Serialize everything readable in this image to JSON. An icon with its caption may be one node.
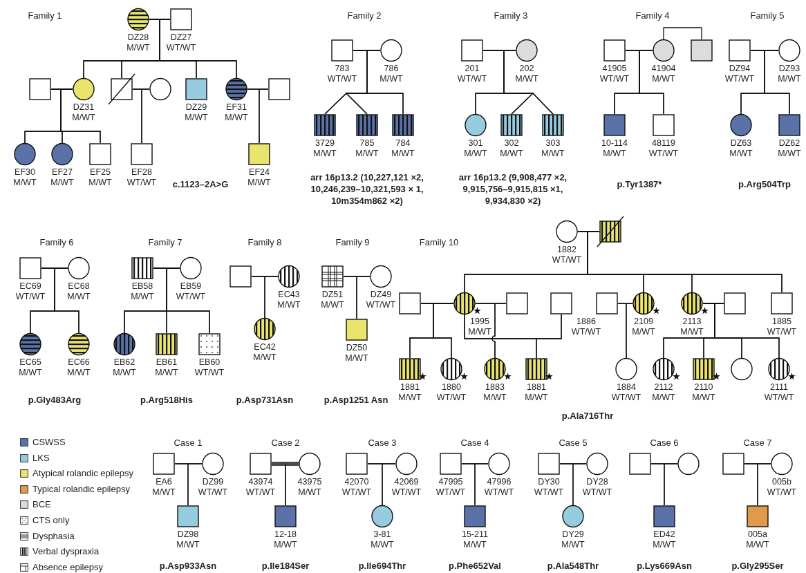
{
  "diagram": {
    "nodes": [
      {
        "text": [],
        "shape": "circle",
        "beside": [
          "DZ28",
          "M/WT"
        ]
      },
      {
        "text": [],
        "shape": "box",
        "beside": [
          "DZ27",
          "WT/WT"
        ]
      },
      {
        "text": [],
        "shape": "box"
      },
      {
        "text": [],
        "shape": "circle",
        "beside": [
          "DZ31",
          "M/WT"
        ]
      },
      {
        "text": [],
        "shape": "box"
      },
      {
        "text": [],
        "shape": "circle"
      },
      {
        "text": [],
        "shape": "box",
        "beside": [
          "DZ29",
          "M/WT"
        ]
      },
      {
        "text": [],
        "shape": "circle",
        "beside": [
          "EF31",
          "M/WT"
        ]
      },
      {
        "text": [],
        "shape": "box"
      },
      {
        "text": [],
        "shape": "circle",
        "beside": [
          "EF30",
          "M/WT"
        ]
      },
      {
        "text": [],
        "shape": "circle",
        "beside": [
          "EF27",
          "M/WT"
        ]
      },
      {
        "text": [],
        "shape": "box",
        "beside": [
          "EF25",
          "M/WT"
        ]
      },
      {
        "text": [],
        "shape": "box",
        "beside": [
          "EF28",
          "WT/WT"
        ]
      },
      {
        "text": [],
        "shape": "box",
        "beside": [
          "EF24",
          "M/WT"
        ]
      },
      {
        "text": [],
        "shape": "box",
        "beside": [
          "783",
          "WT/WT"
        ]
      },
      {
        "text": [],
        "shape": "circle",
        "beside": [
          "786",
          "M/WT"
        ]
      },
      {
        "text": [],
        "shape": "box",
        "beside": [
          "3729",
          "M/WT"
        ]
      },
      {
        "text": [],
        "shape": "box",
        "beside": [
          "785",
          "M/WT"
        ]
      },
      {
        "text": [],
        "shape": "box",
        "beside": [
          "784",
          "M/WT"
        ]
      },
      {
        "text": [],
        "shape": "box",
        "beside": [
          "201",
          "WT/WT"
        ]
      },
      {
        "text": [],
        "shape": "circle",
        "beside": [
          "202",
          "M/WT"
        ]
      },
      {
        "text": [],
        "shape": "circle",
        "beside": [
          "301",
          "M/WT"
        ]
      },
      {
        "text": [],
        "shape": "box",
        "beside": [
          "302",
          "M/WT"
        ]
      },
      {
        "text": [],
        "shape": "box",
        "beside": [
          "303",
          "M/WT"
        ]
      },
      {
        "text": [],
        "shape": "box",
        "beside": [
          "41905",
          "WT/WT"
        ]
      },
      {
        "text": [],
        "shape": "circle",
        "beside": [
          "41904",
          "M/WT"
        ]
      },
      {
        "text": [],
        "shape": "box"
      },
      {
        "text": [],
        "shape": "box",
        "beside": [
          "10-114",
          "M/WT"
        ]
      },
      {
        "text": [],
        "shape": "box",
        "beside": [
          "48119",
          "WT/WT"
        ]
      },
      {
        "text": [],
        "shape": "box",
        "beside": [
          "DZ94",
          "WT/WT"
        ]
      },
      {
        "text": [],
        "shape": "circle",
        "beside": [
          "DZ93",
          "M/WT"
        ]
      },
      {
        "text": [],
        "shape": "circle",
        "beside": [
          "DZ63",
          "M/WT"
        ]
      },
      {
        "text": [],
        "shape": "box",
        "beside": [
          "DZ62",
          "M/WT"
        ]
      },
      {
        "text": [],
        "shape": "box",
        "beside": [
          "EC69",
          "WT/WT"
        ]
      },
      {
        "text": [],
        "shape": "circle",
        "beside": [
          "EC68",
          "M/WT"
        ]
      },
      {
        "text": [],
        "shape": "circle",
        "beside": [
          "EC65",
          "M/WT"
        ]
      },
      {
        "text": [],
        "shape": "circle",
        "beside": [
          "EC66",
          "M/WT"
        ]
      },
      {
        "text": [],
        "shape": "box",
        "beside": [
          "EB58",
          "M/WT"
        ]
      },
      {
        "text": [],
        "shape": "circle",
        "beside": [
          "EB59",
          "WT/WT"
        ]
      },
      {
        "text": [],
        "shape": "circle",
        "beside": [
          "EB62",
          "M/WT"
        ]
      },
      {
        "text": [],
        "shape": "box",
        "beside": [
          "EB61",
          "M/WT"
        ]
      },
      {
        "text": [],
        "shape": "box",
        "beside": [
          "EB60",
          "WT/WT"
        ]
      },
      {
        "text": [],
        "shape": "box"
      },
      {
        "text": [],
        "shape": "circle",
        "beside": [
          "EC43",
          "M/WT"
        ]
      },
      {
        "text": [],
        "shape": "circle",
        "beside": [
          "EC42",
          "M/WT"
        ]
      },
      {
        "text": [],
        "shape": "box",
        "beside": [
          "DZ51",
          "M/WT"
        ]
      },
      {
        "text": [],
        "shape": "circle",
        "beside": [
          "DZ49",
          "WT/WT"
        ]
      },
      {
        "text": [],
        "shape": "box",
        "beside": [
          "DZ50",
          "M/WT"
        ]
      },
      {
        "text": [],
        "shape": "circle",
        "beside": [
          "1882",
          "WT/WT"
        ]
      },
      {
        "text": [],
        "shape": "box"
      },
      {
        "text": [],
        "shape": "box"
      },
      {
        "text": [],
        "shape": "circle",
        "beside": [
          "1995",
          "M/WT"
        ]
      },
      {
        "text": [],
        "shape": "box"
      },
      {
        "text": [],
        "shape": "box",
        "beside": [
          "1886",
          "WT/WT"
        ]
      },
      {
        "text": [],
        "shape": "box"
      },
      {
        "text": [],
        "shape": "circle",
        "beside": [
          "2109",
          "M/WT"
        ]
      },
      {
        "text": [],
        "shape": "circle",
        "beside": [
          "2113",
          "M/WT"
        ]
      },
      {
        "text": [],
        "shape": "box"
      },
      {
        "text": [],
        "shape": "box",
        "beside": [
          "1885",
          "WT/WT"
        ]
      },
      {
        "text": [],
        "shape": "box",
        "beside": [
          "1881",
          "M/WT"
        ]
      },
      {
        "text": [],
        "shape": "circle",
        "beside": [
          "1880",
          "WT/WT"
        ]
      },
      {
        "text": [],
        "shape": "circle",
        "beside": [
          "1883",
          "M/WT"
        ]
      },
      {
        "text": [],
        "shape": "box",
        "beside": [
          "1881",
          "M/WT"
        ]
      },
      {
        "text": [],
        "shape": "circle",
        "beside": [
          "1884",
          "WT/WT"
        ]
      },
      {
        "text": [],
        "shape": "circle",
        "beside": [
          "2112",
          "M/WT"
        ]
      },
      {
        "text": [],
        "shape": "box",
        "beside": [
          "2110",
          "M/WT"
        ]
      },
      {
        "text": [],
        "shape": "circle"
      },
      {
        "text": [],
        "shape": "circle",
        "beside": [
          "2111",
          "WT/WT"
        ]
      },
      {
        "text": [],
        "shape": "box",
        "beside": [
          "EA6",
          "M/WT"
        ]
      },
      {
        "text": [],
        "shape": "circle",
        "beside": [
          "DZ99",
          "WT/WT"
        ]
      },
      {
        "text": [],
        "shape": "box",
        "beside": [
          "DZ98",
          "M/WT"
        ]
      },
      {
        "text": [],
        "shape": "box",
        "beside": [
          "43974",
          "WT/WT"
        ]
      },
      {
        "text": [],
        "shape": "circle",
        "beside": [
          "43975",
          "M/WT"
        ]
      },
      {
        "text": [],
        "shape": "box",
        "beside": [
          "12-18",
          "M/WT"
        ]
      },
      {
        "text": [],
        "shape": "box",
        "beside": [
          "42070",
          "WT/WT"
        ]
      },
      {
        "text": [],
        "shape": "circle",
        "beside": [
          "42069",
          "WT/WT"
        ]
      },
      {
        "text": [],
        "shape": "circle",
        "beside": [
          "3-81",
          "M/WT"
        ]
      },
      {
        "text": [],
        "shape": "box",
        "beside": [
          "47995",
          "WT/WT"
        ]
      },
      {
        "text": [],
        "shape": "circle",
        "beside": [
          "47996",
          "WT/WT"
        ]
      },
      {
        "text": [],
        "shape": "box",
        "beside": [
          "15-211",
          "M/WT"
        ]
      },
      {
        "text": [],
        "shape": "box",
        "beside": [
          "DY30",
          "WT/WT"
        ]
      },
      {
        "text": [],
        "shape": "circle",
        "beside": [
          "DY28",
          "WT/WT"
        ]
      },
      {
        "text": [],
        "shape": "circle",
        "beside": [
          "DY29",
          "M/WT"
        ]
      },
      {
        "text": [],
        "shape": "box"
      },
      {
        "text": [],
        "shape": "circle"
      },
      {
        "text": [],
        "shape": "box",
        "beside": [
          "ED42",
          "M/WT"
        ]
      },
      {
        "text": [],
        "shape": "box"
      },
      {
        "text": [],
        "shape": "circle",
        "beside": [
          "005b",
          "WT/WT"
        ]
      },
      {
        "text": [],
        "shape": "box",
        "beside": [
          "005a",
          "M/WT"
        ]
      }
    ],
    "edges": [
      {
        "from": 0,
        "to": 1,
        "arrow": "none"
      },
      {
        "from": 0,
        "to": 3,
        "arrow": "none"
      },
      {
        "from": 1,
        "to": 3,
        "arrow": "none"
      },
      {
        "from": 0,
        "to": 4,
        "arrow": "none"
      },
      {
        "from": 1,
        "to": 4,
        "arrow": "none"
      },
      {
        "from": 0,
        "to": 6,
        "arrow": "none"
      },
      {
        "from": 1,
        "to": 6,
        "arrow": "none"
      },
      {
        "from": 0,
        "to": 7,
        "arrow": "none"
      },
      {
        "from": 1,
        "to": 7,
        "arrow": "none"
      },
      {
        "from": 2,
        "to": 3,
        "arrow": "none"
      },
      {
        "from": 2,
        "to": 9,
        "arrow": "none"
      },
      {
        "from": 3,
        "to": 9,
        "arrow": "none"
      },
      {
        "from": 2,
        "to": 10,
        "arrow": "none"
      },
      {
        "from": 3,
        "to": 10,
        "arrow": "none"
      },
      {
        "from": 2,
        "to": 11,
        "arrow": "none"
      },
      {
        "from": 3,
        "to": 11,
        "arrow": "none"
      },
      {
        "from": 4,
        "to": 5,
        "arrow": "none"
      },
      {
        "from": 4,
        "to": 12,
        "arrow": "none"
      },
      {
        "from": 5,
        "to": 12,
        "arrow": "none"
      },
      {
        "from": 7,
        "to": 8,
        "arrow": "none"
      },
      {
        "from": 7,
        "to": 13,
        "arrow": "none"
      },
      {
        "from": 8,
        "to": 13,
        "arrow": "none"
      },
      {
        "from": 14,
        "to": 15,
        "arrow": "none"
      },
      {
        "from": 14,
        "to": 16,
        "arrow": "none"
      },
      {
        "from": 15,
        "to": 16,
        "arrow": "none"
      },
      {
        "from": 14,
        "to": 17,
        "arrow": "none"
      },
      {
        "from": 15,
        "to": 17,
        "arrow": "none"
      },
      {
        "from": 14,
        "to": 18,
        "arrow": "none"
      },
      {
        "from": 15,
        "to": 18,
        "arrow": "none"
      },
      {
        "from": 19,
        "to": 20,
        "arrow": "none"
      },
      {
        "from": 19,
        "to": 21,
        "arrow": "none"
      },
      {
        "from": 20,
        "to": 21,
        "arrow": "none"
      },
      {
        "from": 19,
        "to": 22,
        "arrow": "none"
      },
      {
        "from": 20,
        "to": 22,
        "arrow": "none"
      },
      {
        "from": 19,
        "to": 23,
        "arrow": "none"
      },
      {
        "from": 20,
        "to": 23,
        "arrow": "none"
      },
      {
        "from": 24,
        "to": 25,
        "arrow": "none"
      },
      {
        "from": 25,
        "to": 26,
        "arrow": "none"
      },
      {
        "from": 24,
        "to": 27,
        "arrow": "none"
      },
      {
        "from": 25,
        "to": 27,
        "arrow": "none"
      },
      {
        "from": 24,
        "to": 28,
        "arrow": "none"
      },
      {
        "from": 25,
        "to": 28,
        "arrow": "none"
      },
      {
        "from": 29,
        "to": 30,
        "arrow": "none"
      },
      {
        "from": 29,
        "to": 31,
        "arrow": "none"
      },
      {
        "from": 30,
        "to": 31,
        "arrow": "none"
      },
      {
        "from": 29,
        "to": 32,
        "arrow": "none"
      },
      {
        "from": 30,
        "to": 32,
        "arrow": "none"
      },
      {
        "from": 33,
        "to": 34,
        "arrow": "none"
      },
      {
        "from": 33,
        "to": 35,
        "arrow": "none"
      },
      {
        "from": 34,
        "to": 35,
        "arrow": "none"
      },
      {
        "from": 33,
        "to": 36,
        "arrow": "none"
      },
      {
        "from": 34,
        "to": 36,
        "arrow": "none"
      },
      {
        "from": 37,
        "to": 38,
        "arrow": "none"
      },
      {
        "from": 37,
        "to": 39,
        "arrow": "none"
      },
      {
        "from": 38,
        "to": 39,
        "arrow": "none"
      },
      {
        "from": 37,
        "to": 40,
        "arrow": "none"
      },
      {
        "from": 38,
        "to": 40,
        "arrow": "none"
      },
      {
        "from": 37,
        "to": 41,
        "arrow": "none"
      },
      {
        "from": 38,
        "to": 41,
        "arrow": "none"
      },
      {
        "from": 42,
        "to": 43,
        "arrow": "none"
      },
      {
        "from": 42,
        "to": 44,
        "arrow": "none"
      },
      {
        "from": 43,
        "to": 44,
        "arrow": "none"
      },
      {
        "from": 45,
        "to": 46,
        "arrow": "none"
      },
      {
        "from": 45,
        "to": 47,
        "arrow": "none"
      },
      {
        "from": 46,
        "to": 47,
        "arrow": "none"
      },
      {
        "from": 48,
        "to": 49,
        "arrow": "none"
      },
      {
        "from": 48,
        "to": 51,
        "arrow": "none"
      },
      {
        "from": 49,
        "to": 51,
        "arrow": "none"
      },
      {
        "from": 48,
        "to": 55,
        "arrow": "none"
      },
      {
        "from": 49,
        "to": 55,
        "arrow": "none"
      },
      {
        "from": 48,
        "to": 56,
        "arrow": "none"
      },
      {
        "from": 49,
        "to": 56,
        "arrow": "none"
      },
      {
        "from": 48,
        "to": 58,
        "arrow": "none"
      },
      {
        "from": 49,
        "to": 58,
        "arrow": "none"
      },
      {
        "from": 50,
        "to": 51,
        "arrow": "none"
      },
      {
        "from": 50,
        "to": 59,
        "arrow": "none"
      },
      {
        "from": 51,
        "to": 59,
        "arrow": "none"
      },
      {
        "from": 50,
        "to": 60,
        "arrow": "none"
      },
      {
        "from": 51,
        "to": 60,
        "arrow": "none"
      },
      {
        "from": 51,
        "to": 52,
        "arrow": "none"
      },
      {
        "from": 51,
        "to": 61,
        "arrow": "none"
      },
      {
        "from": 52,
        "to": 61,
        "arrow": "none"
      },
      {
        "from": 51,
        "to": 53,
        "arrow": "none"
      },
      {
        "from": 51,
        "to": 62,
        "arrow": "none"
      },
      {
        "from": 53,
        "to": 62,
        "arrow": "none"
      },
      {
        "from": 54,
        "to": 55,
        "arrow": "none"
      },
      {
        "from": 54,
        "to": 63,
        "arrow": "none"
      },
      {
        "from": 55,
        "to": 63,
        "arrow": "none"
      },
      {
        "from": 56,
        "to": 57,
        "arrow": "none"
      },
      {
        "from": 56,
        "to": 64,
        "arrow": "none"
      },
      {
        "from": 57,
        "to": 64,
        "arrow": "none"
      },
      {
        "from": 56,
        "to": 65,
        "arrow": "none"
      },
      {
        "from": 57,
        "to": 65,
        "arrow": "none"
      },
      {
        "from": 56,
        "to": 66,
        "arrow": "none"
      },
      {
        "from": 57,
        "to": 66,
        "arrow": "none"
      },
      {
        "from": 56,
        "to": 67,
        "arrow": "none"
      },
      {
        "from": 57,
        "to": 67,
        "arrow": "none"
      },
      {
        "from": 68,
        "to": 69,
        "arrow": "none"
      },
      {
        "from": 68,
        "to": 70,
        "arrow": "none"
      },
      {
        "from": 69,
        "to": 70,
        "arrow": "none"
      },
      {
        "from": 71,
        "to": 72,
        "arrow": "none"
      },
      {
        "from": 71,
        "to": 73,
        "arrow": "none"
      },
      {
        "from": 72,
        "to": 73,
        "arrow": "none"
      },
      {
        "from": 74,
        "to": 75,
        "arrow": "none"
      },
      {
        "from": 74,
        "to": 76,
        "arrow": "none"
      },
      {
        "from": 75,
        "to": 76,
        "arrow": "none"
      },
      {
        "from": 77,
        "to": 78,
        "arrow": "none"
      },
      {
        "from": 77,
        "to": 79,
        "arrow": "none"
      },
      {
        "from": 78,
        "to": 79,
        "arrow": "none"
      },
      {
        "from": 80,
        "to": 81,
        "arrow": "none"
      },
      {
        "from": 80,
        "to": 82,
        "arrow": "none"
      },
      {
        "from": 81,
        "to": 82,
        "arrow": "none"
      },
      {
        "from": 83,
        "to": 84,
        "arrow": "none"
      },
      {
        "from": 83,
        "to": 85,
        "arrow": "none"
      },
      {
        "from": 84,
        "to": 85,
        "arrow": "none"
      },
      {
        "from": 86,
        "to": 87,
        "arrow": "none"
      },
      {
        "from": 86,
        "to": 88,
        "arrow": "none"
      },
      {
        "from": 87,
        "to": 88,
        "arrow": "none"
      }
    ],
    "labels": [
      "Family 1",
      "Family 2",
      "Family 3",
      "Family 4",
      "Family 5",
      "c.1123–2A>G",
      "arr 16p13.2 (10,227,121 ×2, 10,246,239–10,321,593 × 1, 10m354m862 ×2)",
      "arr 16p13.2 (9,908,477 ×2, 9,915,756–9,915,815 ×1, 9,934,830 ×2)",
      "p.Tyr1387*",
      "p.Arg504Trp",
      "Family 6",
      "Family 7",
      "Family 8",
      "Family 9",
      "Family 10",
      "p.Gly483Arg",
      "p.Arg518His",
      "p.Asp731Asn",
      "p.Asp1251 Asn",
      "p.Ala716Thr",
      "Case 1",
      "Case 2",
      "Case 3",
      "Case 4",
      "Case 5",
      "Case 6",
      "Case 7",
      "p.Asp933Asn",
      "p.Ile184Ser",
      "p.Ile694Thr",
      "p.Phe652Val",
      "p.Ala548Thr",
      "p.Lys669Asn",
      "p.Gly295Ser"
    ],
    "legend": [
      {
        "text": "CSWSS",
        "color": "#5a72a8"
      },
      {
        "text": "LKS",
        "color": "#97cbe0"
      },
      {
        "text": "Atypical rolandic epilepsy",
        "color": "#e8e46c"
      },
      {
        "text": "Typical rolandic epilepsy",
        "color": "#e09a4c"
      },
      {
        "text": "BCE",
        "color": "#dcdcdc"
      },
      {
        "text": "CTS only"
      },
      {
        "text": "Dysphasia"
      },
      {
        "text": "Verbal dyspraxia"
      },
      {
        "text": "Absence epilepsy"
      }
    ]
  }
}
